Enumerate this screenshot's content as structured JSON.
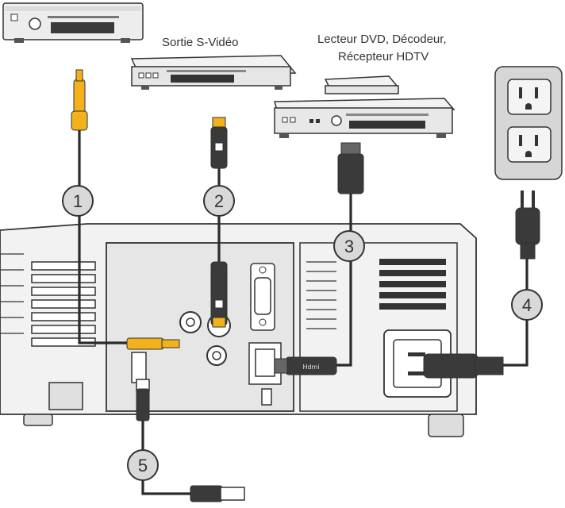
{
  "labels": {
    "svideo_out": "Sortie S-Vidéo",
    "dvd_line1": "Lecteur DVD, Décodeur,",
    "dvd_line2": "Récepteur HDTV"
  },
  "callouts": [
    "1",
    "2",
    "3",
    "4",
    "5"
  ],
  "hdmi_logo_text": "Hdmi",
  "colors": {
    "cable": "#2b2b2b",
    "rca_yellow": "#f3b21b",
    "callout_fill": "#d9d9d9",
    "device_grey": "#e8e8e8",
    "outlet_grey": "#d6d6d6",
    "projector_body": "#f0f0f0"
  }
}
